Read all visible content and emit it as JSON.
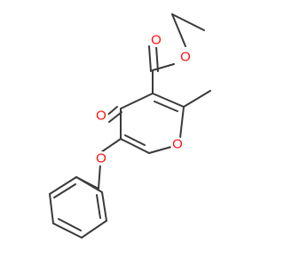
{
  "colors": {
    "bond": "#3a3a3a",
    "oxygen": "#ff0d0d",
    "background": "#ffffff"
  },
  "atoms": {
    "ester_carbonyl_o": "O",
    "ester_ether_o": "O",
    "ketone_o": "O",
    "ring_o": "O",
    "benzyl_ether_o": "O"
  }
}
